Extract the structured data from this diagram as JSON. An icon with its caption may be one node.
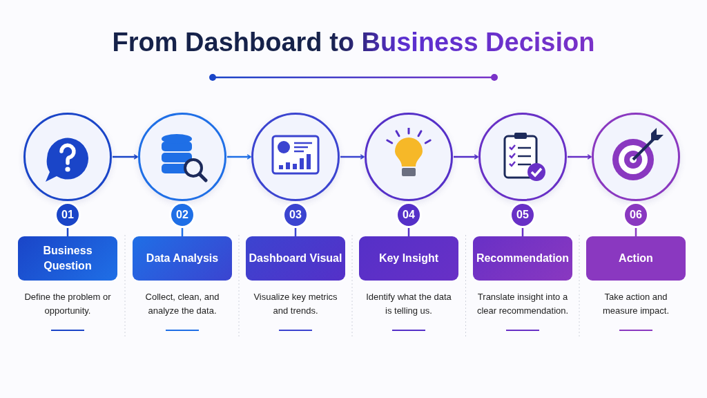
{
  "diagram": {
    "title": "From Dashboard to Business Decision",
    "nodes": [
      {
        "text": [],
        "shape": "picture"
      },
      {
        "text": [
          "01"
        ]
      },
      {
        "text": [
          "Business Question"
        ],
        "beside": [
          "Define the problem or opportunity."
        ]
      },
      {
        "text": [],
        "shape": "picture"
      },
      {
        "text": [
          "02"
        ]
      },
      {
        "text": [
          "Data Analysis"
        ],
        "beside": [
          "Collect, clean, and analyze the data."
        ]
      },
      {
        "text": [],
        "shape": "picture"
      },
      {
        "text": [
          "03"
        ]
      },
      {
        "text": [
          "Dashboard Visual"
        ],
        "beside": [
          "Visualize key metrics and trends."
        ]
      },
      {
        "text": [],
        "shape": "picture"
      },
      {
        "text": [
          "04"
        ]
      },
      {
        "text": [
          "Key Insight"
        ],
        "beside": [
          "Identify what the data is telling us."
        ]
      },
      {
        "text": [],
        "shape": "picture"
      },
      {
        "text": [
          "05"
        ]
      },
      {
        "text": [
          "Recommendation"
        ],
        "beside": [
          "Translate insight into a clear recommendation."
        ]
      },
      {
        "text": [],
        "shape": "picture"
      },
      {
        "text": [
          "06"
        ]
      },
      {
        "text": [
          "Action"
        ],
        "beside": [
          "Take action and measure impact."
        ]
      }
    ],
    "edges": [
      {
        "from": 0,
        "to": 3,
        "arrow": "to",
        "color": "#1a45c8"
      },
      {
        "from": 3,
        "to": 6,
        "arrow": "to",
        "color": "#1f6fe6"
      },
      {
        "from": 6,
        "to": 9,
        "arrow": "to",
        "color": "#3b44d0"
      },
      {
        "from": 9,
        "to": 12,
        "arrow": "to",
        "color": "#5530c8"
      },
      {
        "from": 12,
        "to": 15,
        "arrow": "to",
        "color": "#6830c6"
      },
      {
        "from": 1,
        "to": 2,
        "arrow": "none",
        "color": "#1a45c8"
      },
      {
        "from": 4,
        "to": 5,
        "arrow": "none",
        "color": "#1f6fe6"
      },
      {
        "from": 7,
        "to": 8,
        "arrow": "none",
        "color": "#3b44d0"
      },
      {
        "from": 10,
        "to": 11,
        "arrow": "none",
        "color": "#5530c8"
      },
      {
        "from": 13,
        "to": 14,
        "arrow": "none",
        "color": "#6830c6"
      },
      {
        "from": 16,
        "to": 17,
        "arrow": "none",
        "color": "#8a38c0"
      }
    ]
  }
}
